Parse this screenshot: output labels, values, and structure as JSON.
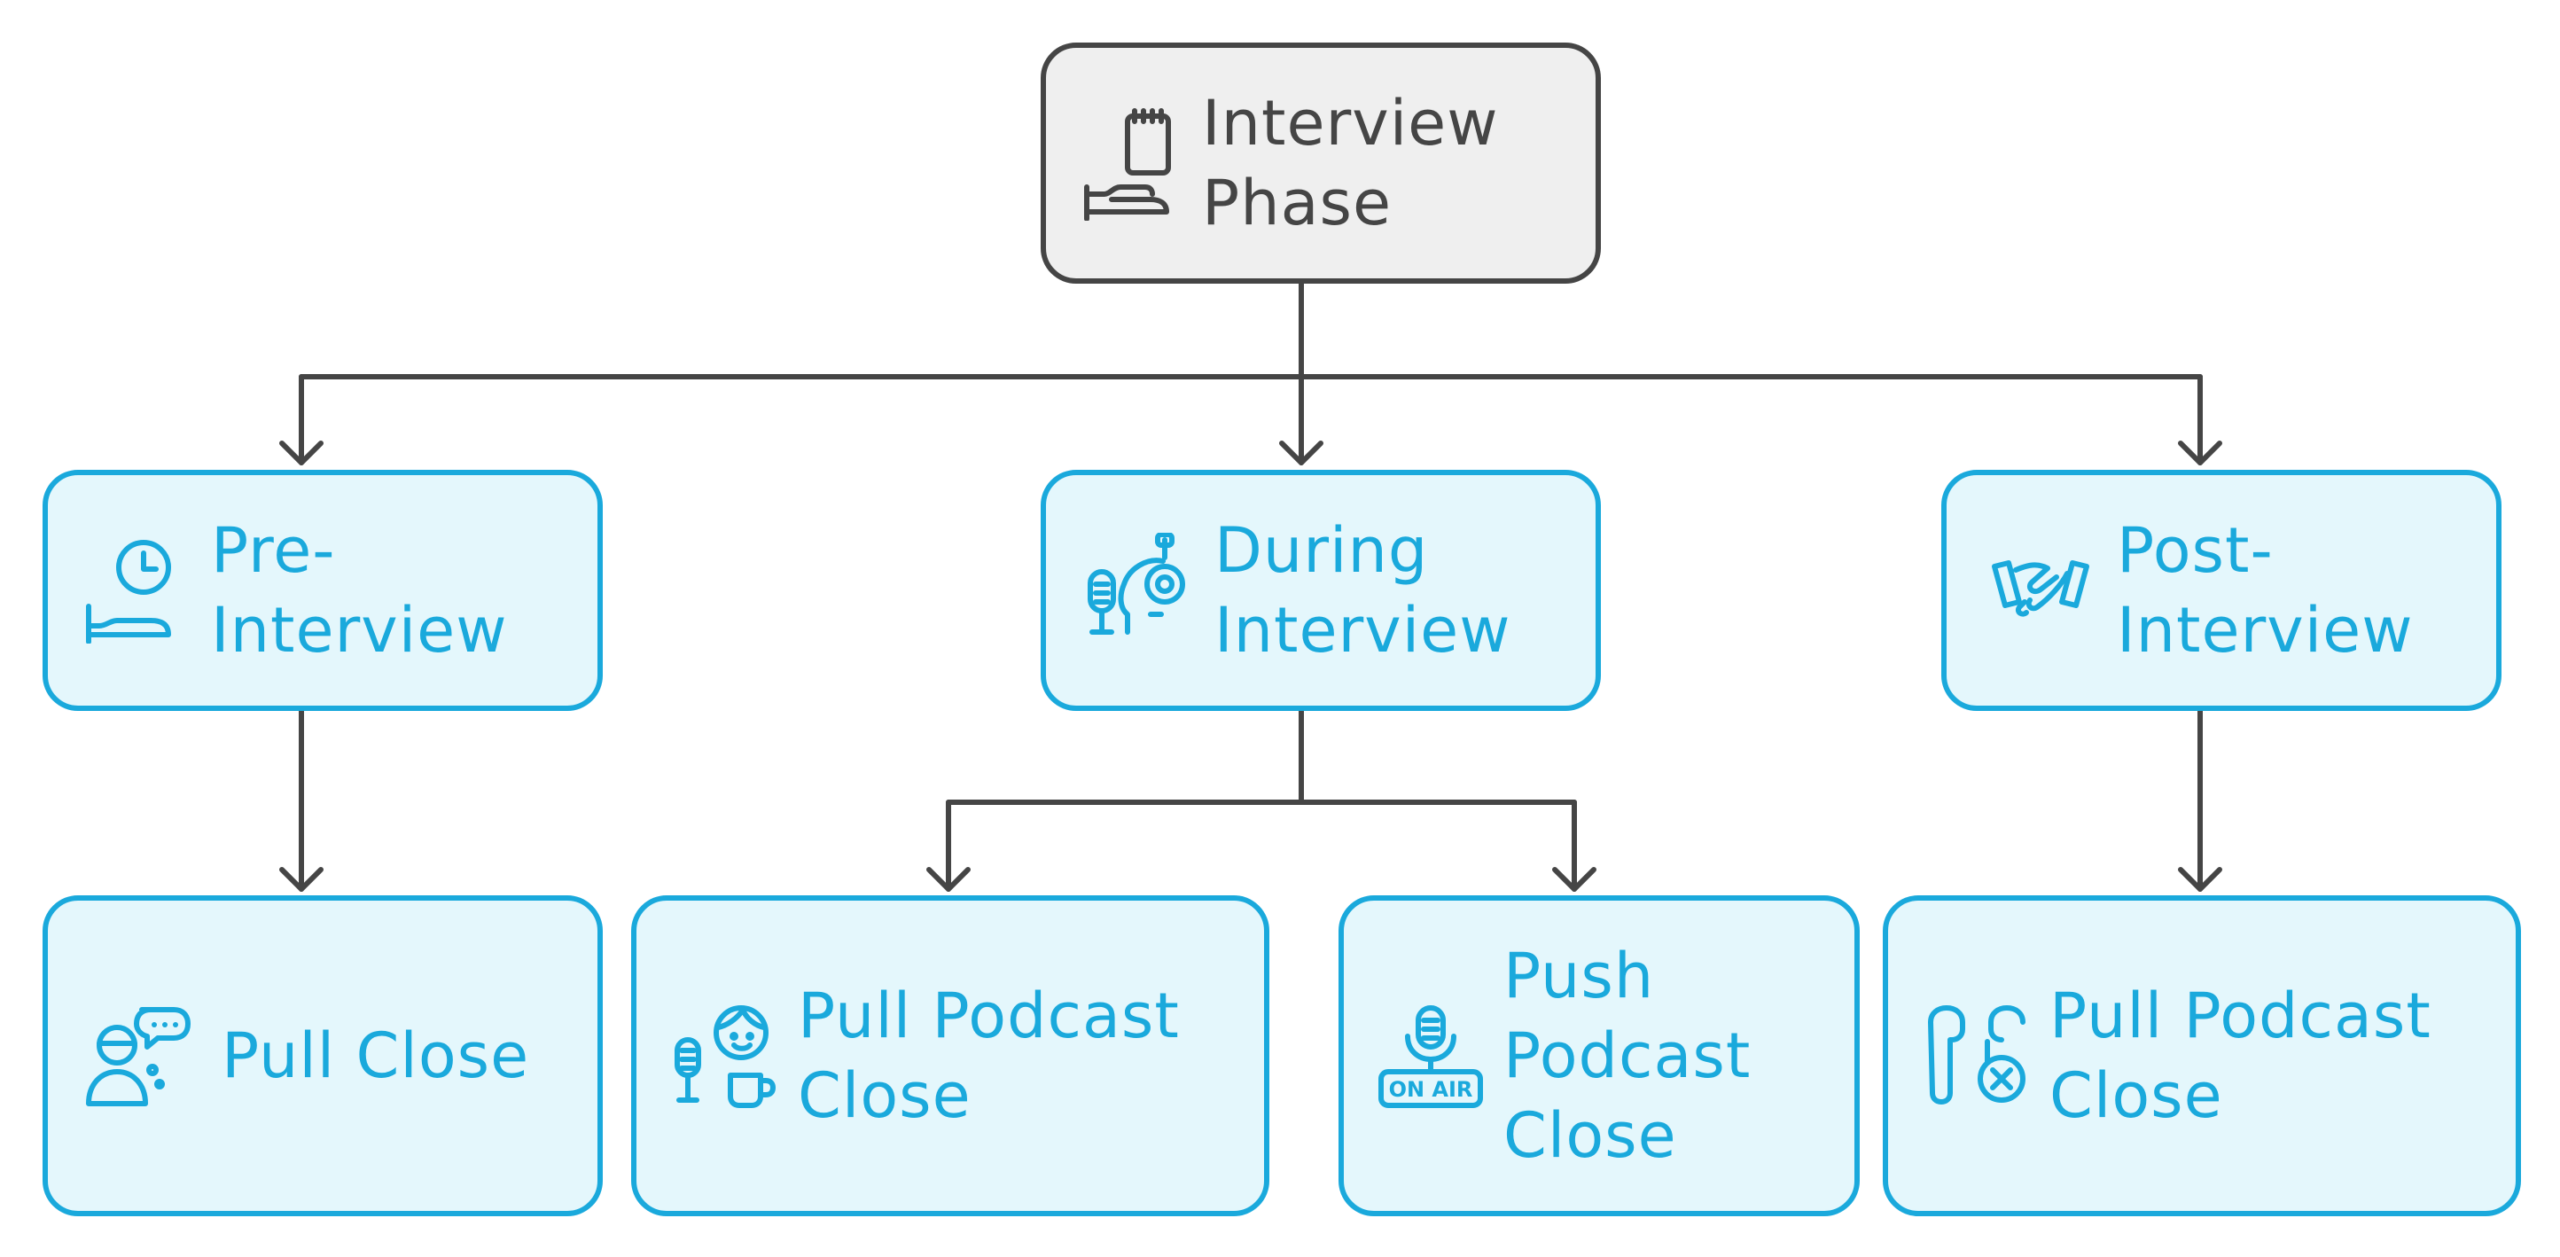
{
  "diagram": {
    "root": {
      "label": "Interview\nPhase",
      "icon": "interview-notepad-icon"
    },
    "phases": [
      {
        "label": "Pre-\nInterview",
        "icon": "clock-hand-icon"
      },
      {
        "label": "During\nInterview",
        "icon": "microphone-head-icon"
      },
      {
        "label": "Post-\nInterview",
        "icon": "handshake-icon"
      }
    ],
    "leaves": [
      {
        "label": "Pull Close",
        "icon": "person-speech-bubble-icon",
        "parent": "Pre-Interview"
      },
      {
        "label": "Pull Podcast\nClose",
        "icon": "podcaster-mic-mug-icon",
        "parent": "During Interview"
      },
      {
        "label": "Push\nPodcast\nClose",
        "icon": "on-air-mic-icon",
        "parent": "During Interview"
      },
      {
        "label": "Pull Podcast\nClose",
        "icon": "earphones-x-icon",
        "parent": "Post-Interview"
      }
    ]
  },
  "colors": {
    "root_stroke": "#454545",
    "root_fill": "#efefef",
    "node_stroke": "#1aa9dc",
    "node_fill": "#e4f7fc",
    "connector": "#454545"
  }
}
